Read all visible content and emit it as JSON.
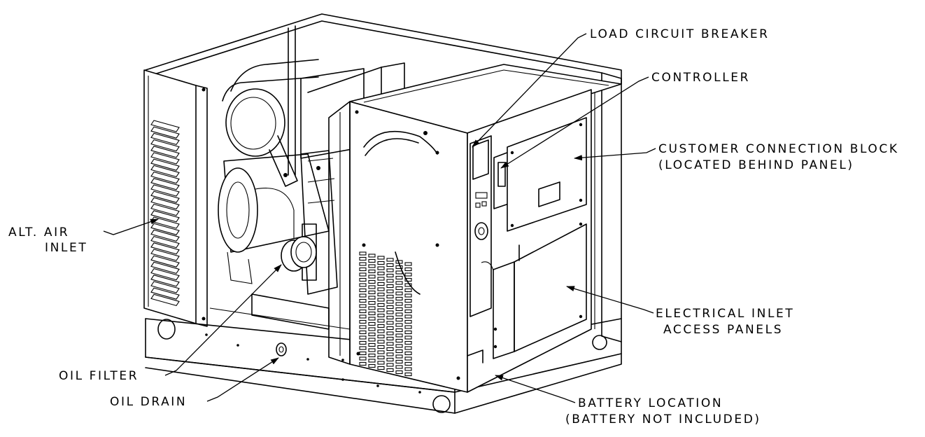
{
  "labels": {
    "load_circuit_breaker": "LOAD CIRCUIT BREAKER",
    "controller": "CONTROLLER",
    "customer_connection_line1": "CUSTOMER CONNECTION BLOCK",
    "customer_connection_line2": "(LOCATED BEHIND PANEL)",
    "alt_air_inlet_line1": "ALT. AIR",
    "alt_air_inlet_line2": "INLET",
    "electrical_inlet_line1": "ELECTRICAL INLET",
    "electrical_inlet_line2": "ACCESS PANELS",
    "oil_filter": "OIL FILTER",
    "oil_drain": "OIL DRAIN",
    "battery_location_line1": "BATTERY LOCATION",
    "battery_location_line2": "(BATTERY NOT INCLUDED)"
  }
}
